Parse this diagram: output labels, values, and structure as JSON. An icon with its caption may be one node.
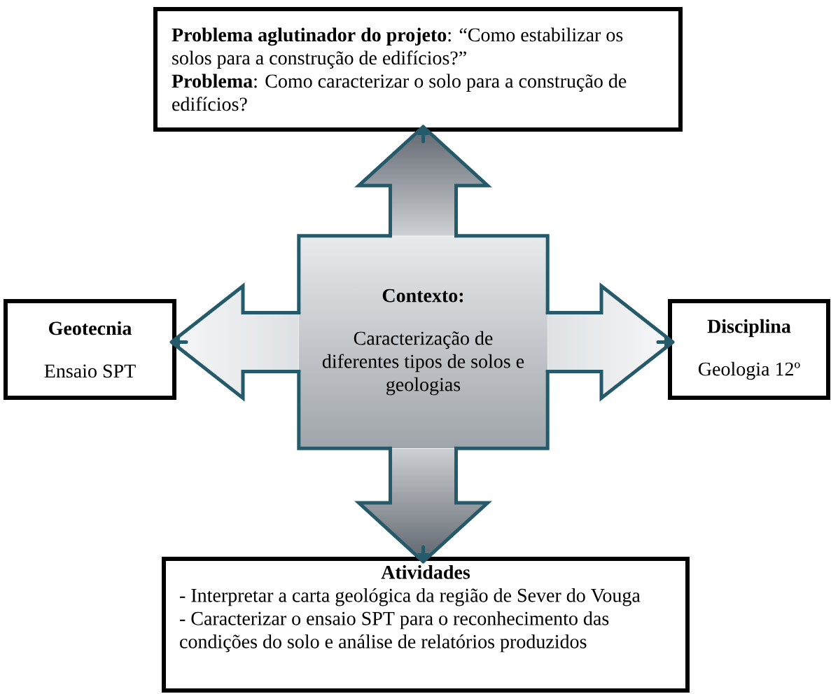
{
  "diagram": {
    "nodes": [
      {
        "text": [
          "**Problema aglutinador do projeto**: “Como estabilizar os solos para a construção de edifícios?”",
          "**Problema**: Como caracterizar o solo para a construção de edifícios?"
        ]
      },
      {
        "text": [
          "Geotecnia",
          "Ensaio SPT"
        ]
      },
      {
        "text": [
          "Contexto:",
          "Caracterização de diferentes tipos de solos e geologias"
        ]
      },
      {
        "text": [
          "Disciplina",
          "Geologia 12º"
        ]
      },
      {
        "text": [
          "Atividades",
          "- Interpretar a carta geológica da região de Sever do Vouga",
          "- Caracterizar o ensaio SPT para o reconhecimento das condições do solo e análise de relatórios produzidos"
        ]
      }
    ],
    "edges": [
      {
        "from": 2,
        "to": 0,
        "arrow": "to"
      },
      {
        "from": 2,
        "to": 1,
        "arrow": "to"
      },
      {
        "from": 2,
        "to": 3,
        "arrow": "to"
      },
      {
        "from": 2,
        "to": 4,
        "arrow": "to"
      }
    ]
  }
}
